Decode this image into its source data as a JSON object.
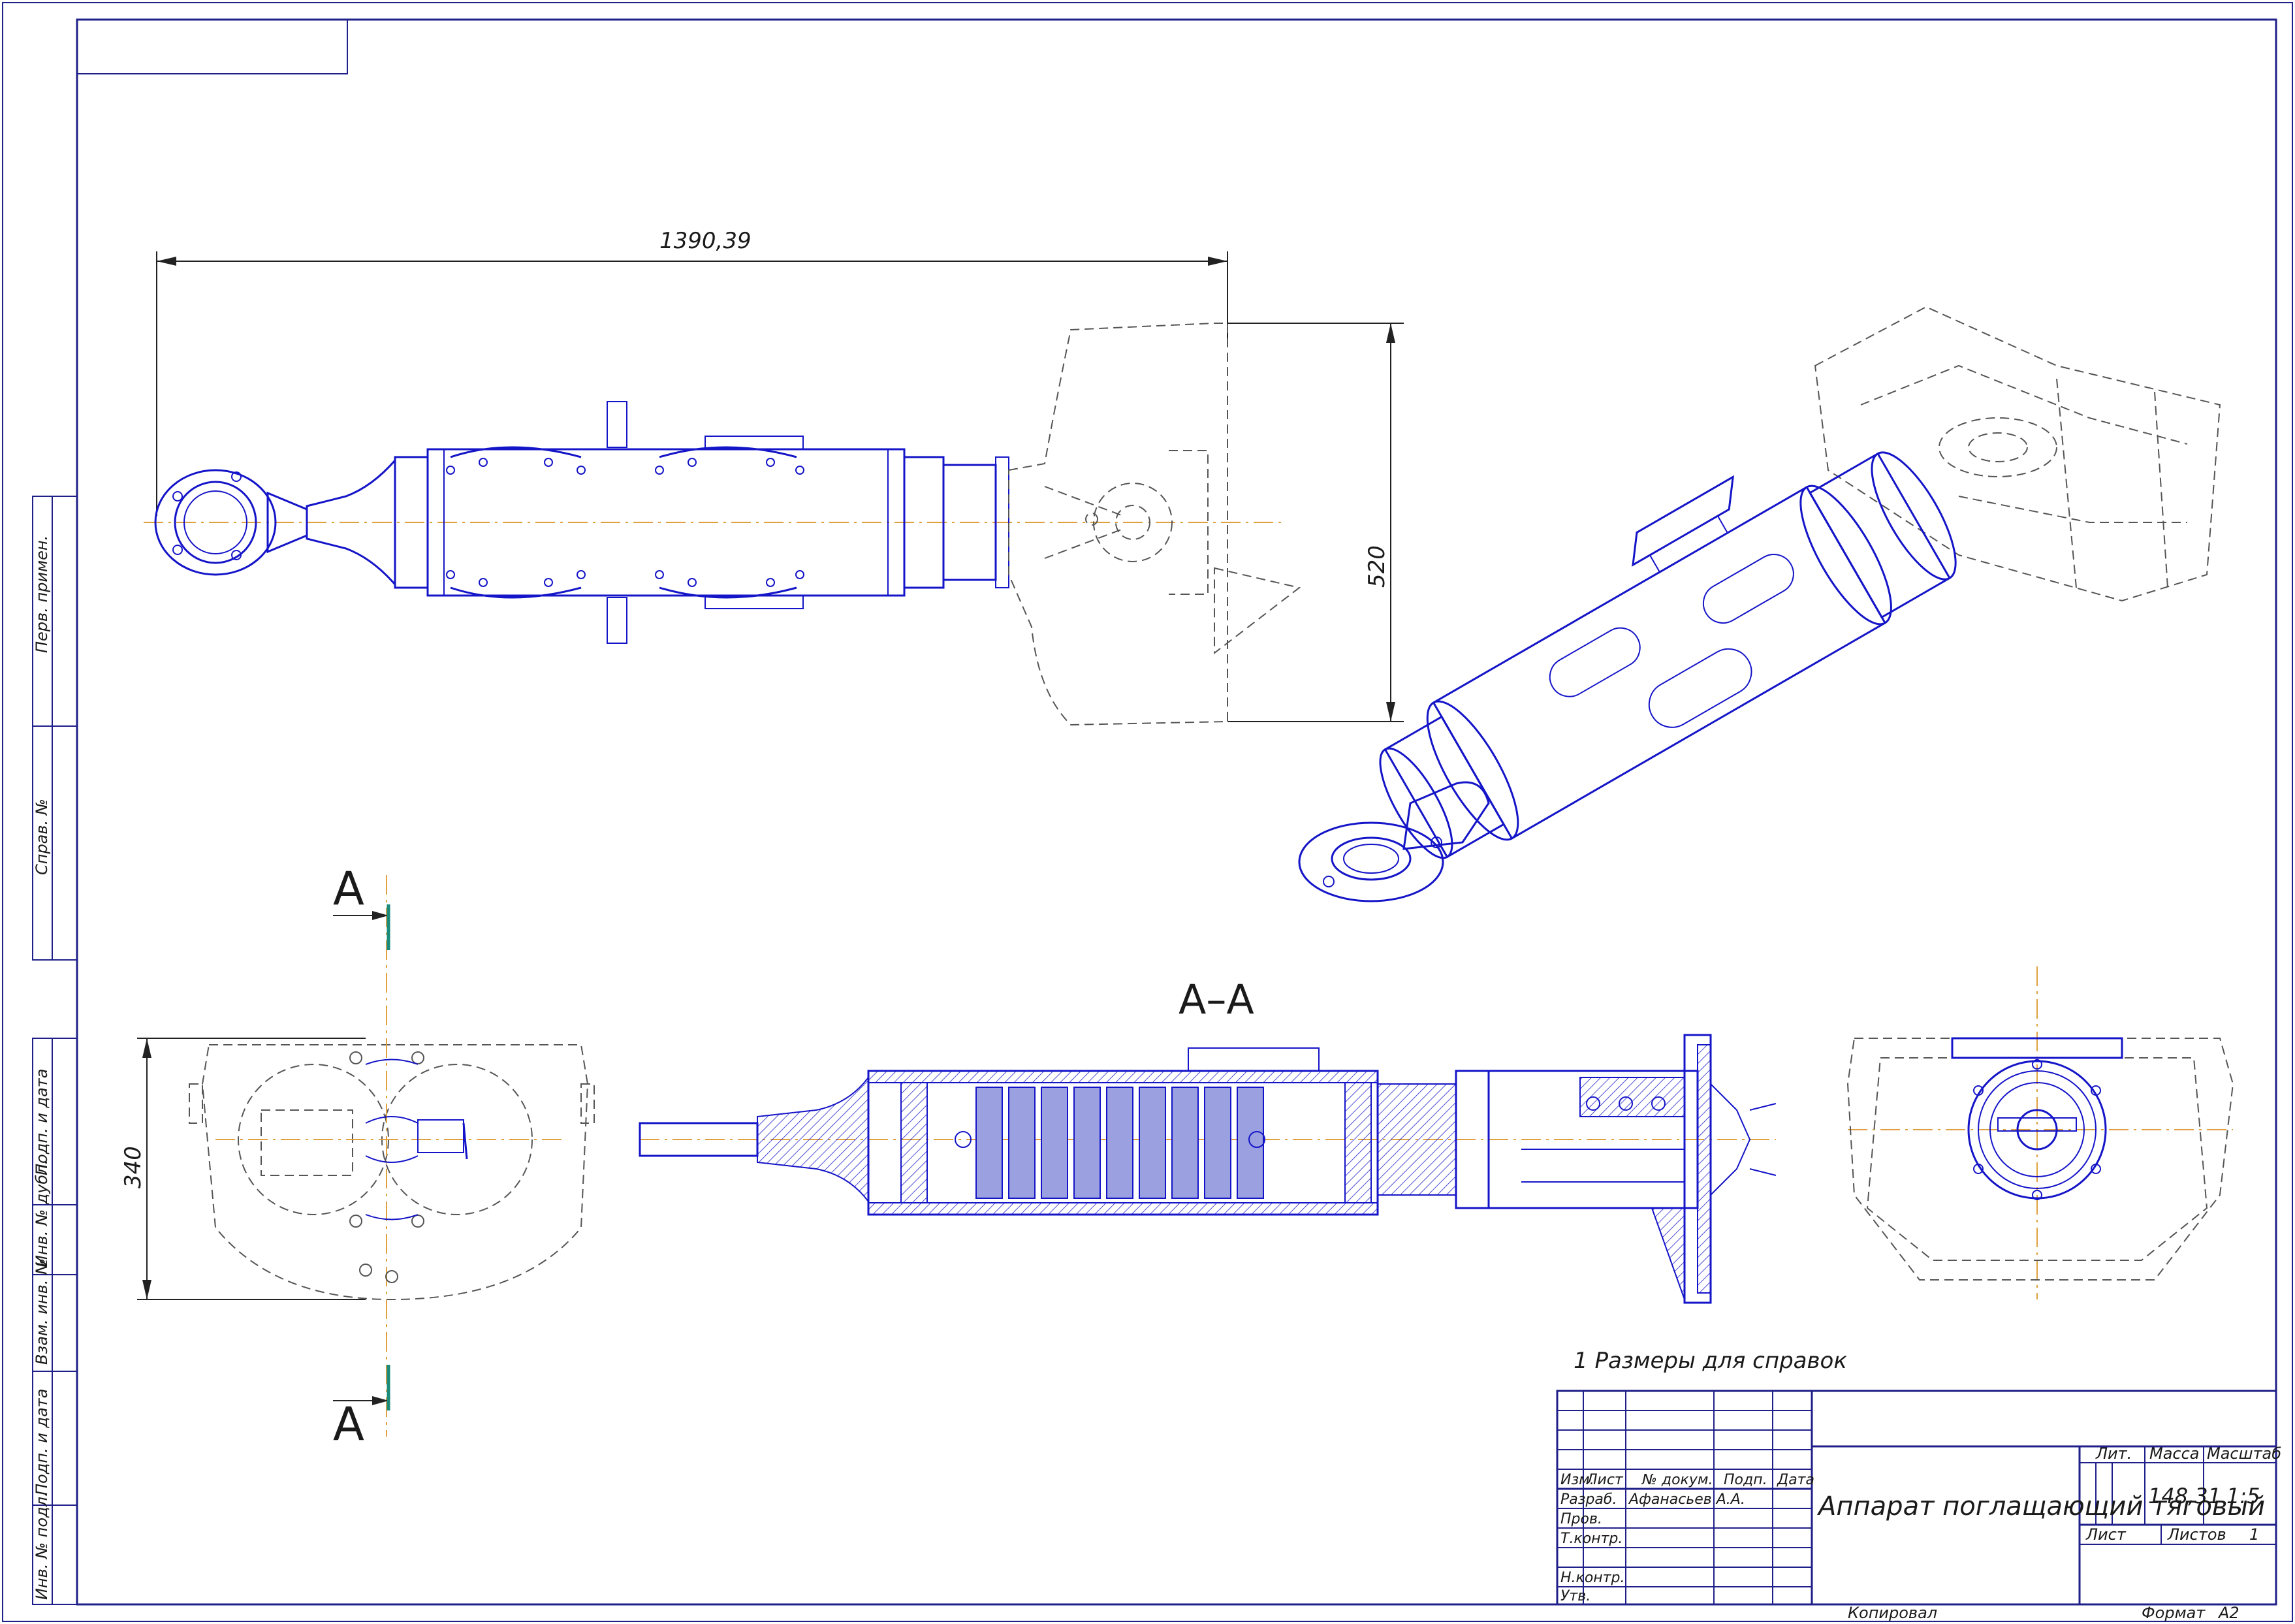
{
  "drawing": {
    "dimensions": {
      "overall_length": "1390,39",
      "height": "520",
      "side_height": "340"
    },
    "section_label": "A–A",
    "cut_marker_top": "A",
    "cut_marker_bottom": "A",
    "note": "1 Размеры для справок"
  },
  "side_columns": {
    "labels": [
      "Перв. примен.",
      "Справ. №",
      "Подп. и дата",
      "Инв. № дубл.",
      "Взам. инв. №",
      "Подп. и дата",
      "Инв. № подл."
    ]
  },
  "title_block": {
    "title": "Аппарат поглащающий тяговый",
    "header": {
      "izm": "Изм.",
      "list": "Лист",
      "doc_no": "№ докум.",
      "sign": "Подп.",
      "date": "Дата"
    },
    "roles": [
      "Разраб.",
      "Пров.",
      "Т.контр.",
      "Н.контр.",
      "Утв."
    ],
    "developer": "Афанасьев А.А.",
    "lit_label": "Лит.",
    "mass_label": "Масса",
    "scale_label": "Масштаб",
    "mass": "148,31",
    "scale": "1:5",
    "sheet_label": "Лист",
    "sheets_label": "Листов",
    "sheets_value": "1",
    "copied": "Копировал",
    "format_label": "Формат",
    "format_value": "А2"
  }
}
